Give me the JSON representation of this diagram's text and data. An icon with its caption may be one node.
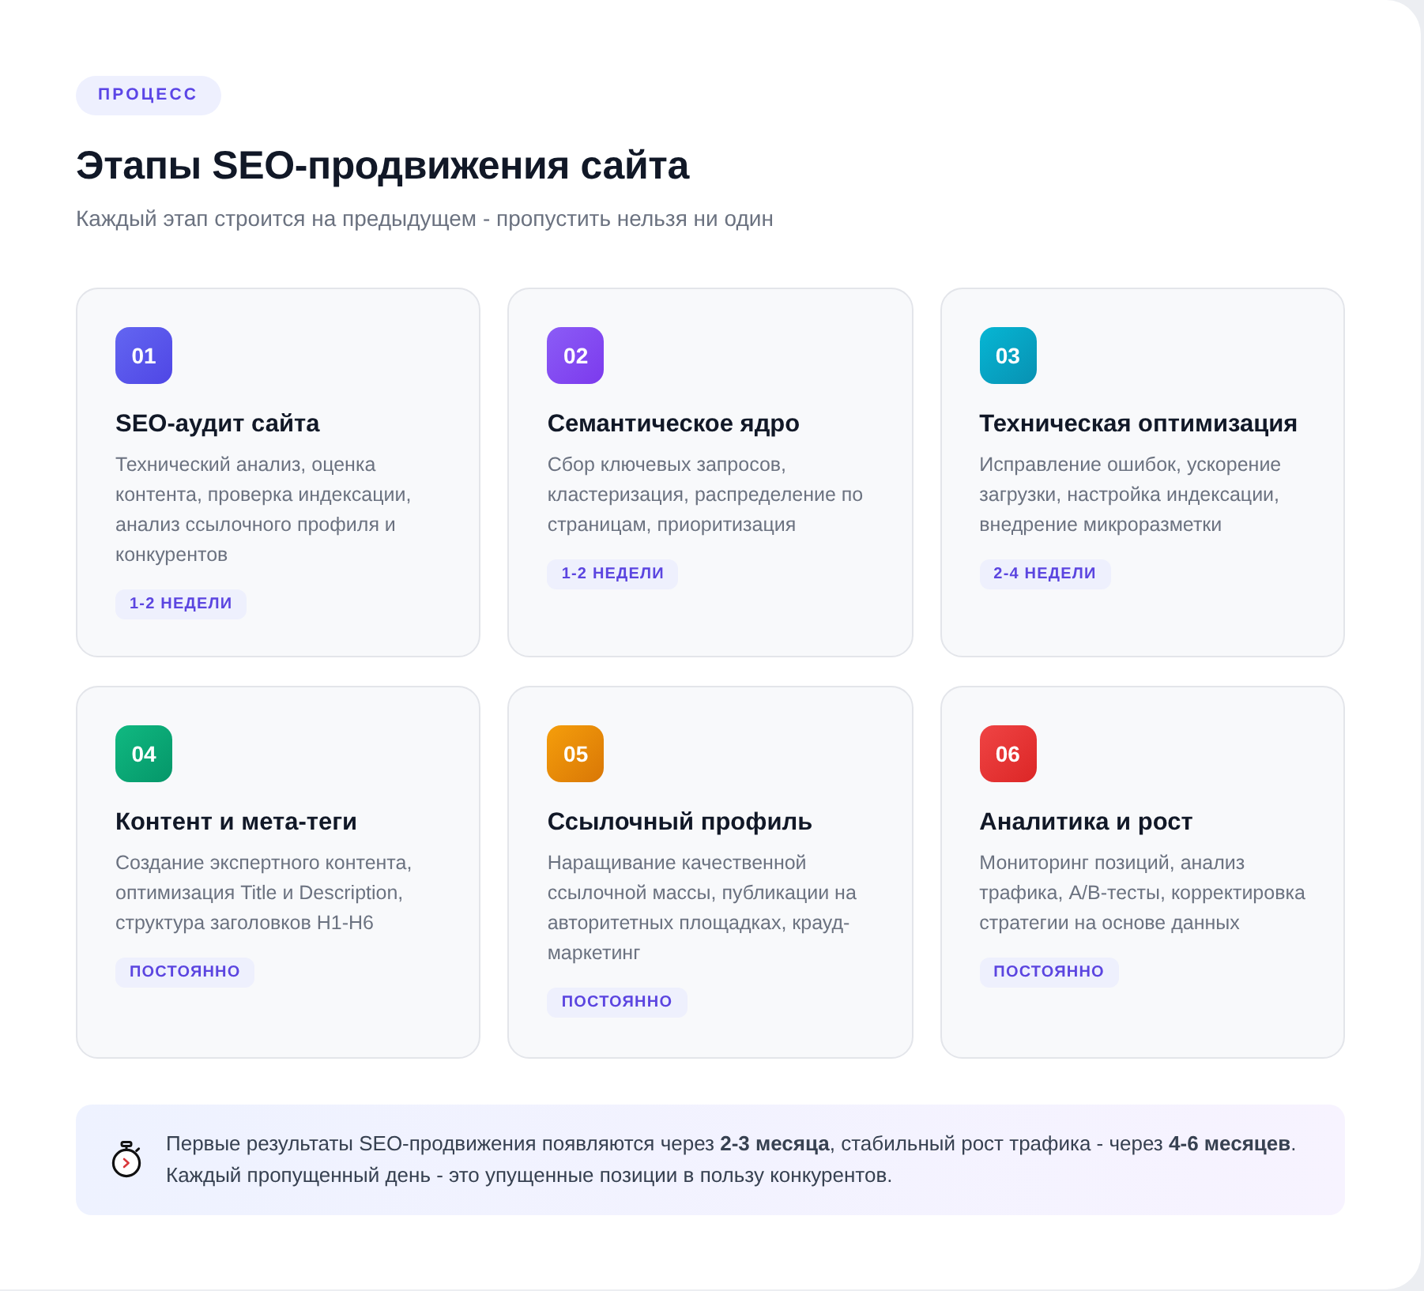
{
  "diagram": {
    "title": "Этапы SEO-продвижения сайта",
    "nodes": [
      {
        "text": [
          "ПРОЦЕСС"
        ]
      },
      {
        "text": [
          "SEO-аудит сайта",
          "Технический анализ, оценка контента, проверка индексации, анализ ссылочного профиля и конкурентов"
        ]
      },
      {
        "text": [
          "01"
        ],
        "in": 1
      },
      {
        "text": [
          "1-2 НЕДЕЛИ"
        ],
        "in": 1
      },
      {
        "text": [
          "Семантическое ядро",
          "Сбор ключевых запросов, кластеризация, распределение по страницам, приоритизация"
        ]
      },
      {
        "text": [
          "02"
        ],
        "in": 4
      },
      {
        "text": [
          "1-2 НЕДЕЛИ"
        ],
        "in": 4
      },
      {
        "text": [
          "Техническая оптимизация",
          "Исправление ошибок, ускорение загрузки, настройка индексации, внедрение микроразметки"
        ]
      },
      {
        "text": [
          "03"
        ],
        "in": 7
      },
      {
        "text": [
          "2-4 НЕДЕЛИ"
        ],
        "in": 7
      },
      {
        "text": [
          "Контент и мета-теги",
          "Создание экспертного контента, оптимизация Title и Description, структура заголовков H1-H6"
        ]
      },
      {
        "text": [
          "04"
        ],
        "in": 10
      },
      {
        "text": [
          "ПОСТОЯННО"
        ],
        "in": 10
      },
      {
        "text": [
          "Ссылочный профиль",
          "Наращивание качественной ссылочной массы, публикации на авторитетных площадках, крауд-маркетинг"
        ]
      },
      {
        "text": [
          "05"
        ],
        "in": 13
      },
      {
        "text": [
          "ПОСТОЯННО"
        ],
        "in": 13
      },
      {
        "text": [
          "Аналитика и рост",
          "Мониторинг позиций, анализ трафика, A/B-тесты, корректировка стратегии на основе данных"
        ]
      },
      {
        "text": [
          "06"
        ],
        "in": 16
      },
      {
        "text": [
          "ПОСТОЯННО"
        ],
        "in": 16
      },
      {
        "text": [
          "Первые результаты SEO-продвижения появляются через **2-3 месяца**, стабильный рост трафика - через **4-6 месяцев**. Каждый пропущенный день - это упущенные позиции в пользу конкурентов."
        ]
      }
    ],
    "labels": [
      "Каждый этап строится на предыдущем - пропустить нельзя ни один"
    ]
  }
}
